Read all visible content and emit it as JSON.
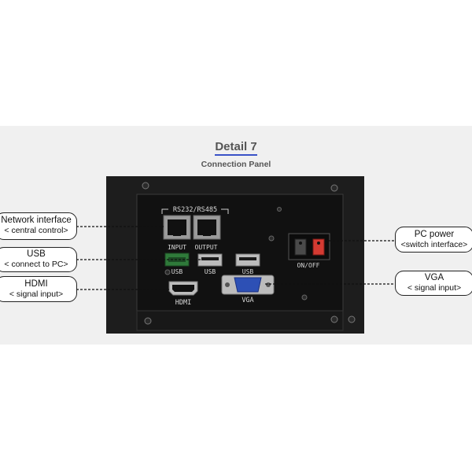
{
  "header": {
    "title": "Detail 7",
    "subtitle": "Connection Panel"
  },
  "panel_labels": {
    "rs_group": "RS232/RS485",
    "input": "INPUT",
    "output": "OUTPUT",
    "usb_1": "USB",
    "usb_2": "USB",
    "usb_3": "USB",
    "on_off": "ON/OFF",
    "hdmi": "HDMI",
    "vga": "VGA"
  },
  "callouts": {
    "network": {
      "line1": "Network interface",
      "line2": "< central control>"
    },
    "usb": {
      "line1": "USB",
      "line2": "< connect to PC>"
    },
    "hdmi": {
      "line1": "HDMI",
      "line2": "< signal input>"
    },
    "pc_power": {
      "line1": "PC power",
      "line2": "<switch interface>"
    },
    "vga": {
      "line1": "VGA",
      "line2": "< signal input>"
    }
  },
  "colors": {
    "frame": "#1d1d1d",
    "plate": "#141414",
    "accent": "#3a52c7",
    "switch_red": "#d43a32"
  },
  "icons": [
    "rj45-port-icon",
    "usb-port-icon",
    "hdmi-port-icon",
    "vga-port-icon",
    "power-switch-icon",
    "screw-icon"
  ]
}
